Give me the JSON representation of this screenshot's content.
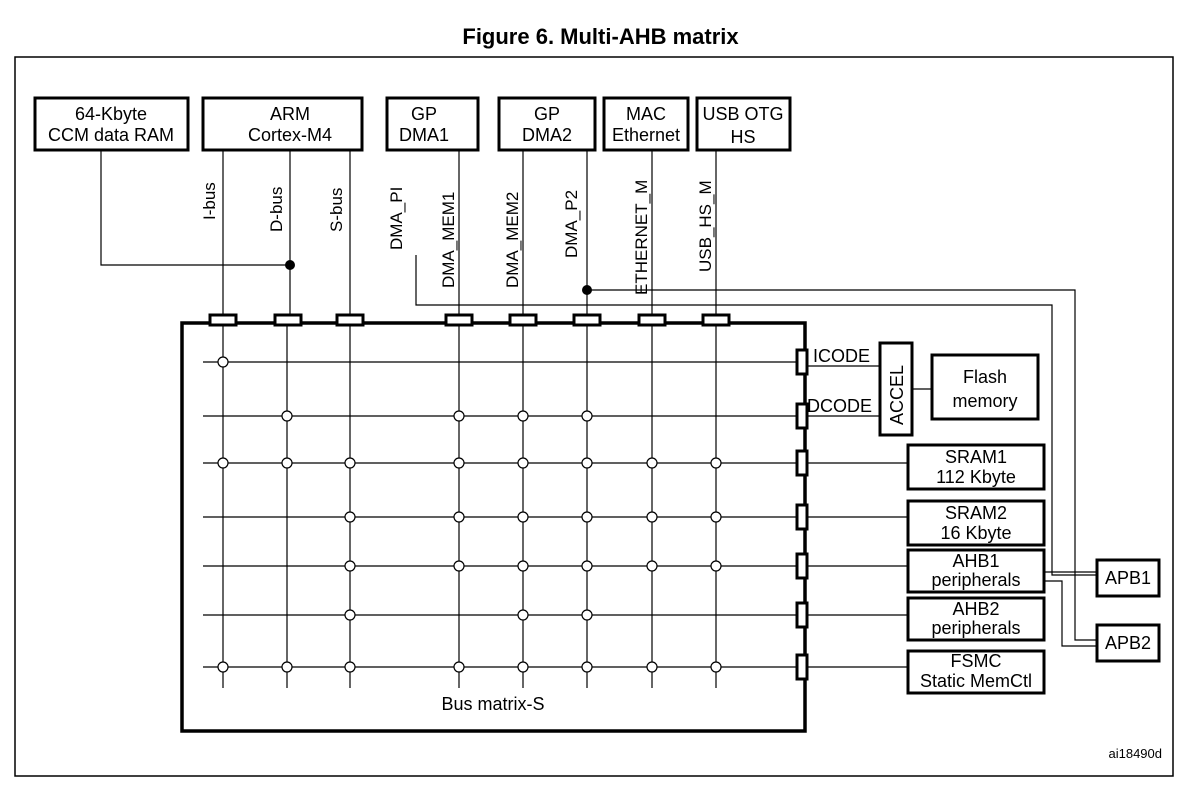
{
  "figure": {
    "title": "Figure 6. Multi-AHB matrix",
    "ref_code": "ai18490d"
  },
  "masters": [
    {
      "id": "ccm",
      "lines": [
        "64-Kbyte",
        "CCM data RAM"
      ]
    },
    {
      "id": "cortex",
      "lines": [
        "ARM",
        "Cortex-M4"
      ]
    },
    {
      "id": "dma1",
      "lines": [
        "GP",
        "DMA1"
      ]
    },
    {
      "id": "dma2",
      "lines": [
        "GP",
        "DMA2"
      ]
    },
    {
      "id": "mac",
      "lines": [
        "MAC",
        "Ethernet"
      ]
    },
    {
      "id": "usb",
      "lines": [
        "USB OTG",
        "HS"
      ]
    }
  ],
  "bus_labels": {
    "ibus": "I-bus",
    "dbus": "D-bus",
    "sbus": "S-bus",
    "dma_pi": "DMA_PI",
    "dma_mem1": "DMA_MEM1",
    "dma_mem2": "DMA_MEM2",
    "dma_p2": "DMA_P2",
    "ethernet_m": "ETHERNET_M",
    "usb_hs_m": "USB_HS_M"
  },
  "matrix": {
    "label": "Bus matrix-S",
    "icode": "ICODE",
    "dcode": "DCODE"
  },
  "accel": "ACCEL",
  "slaves": [
    {
      "id": "flash",
      "lines": [
        "Flash",
        "memory"
      ]
    },
    {
      "id": "sram1",
      "lines": [
        "SRAM1",
        "112 Kbyte"
      ]
    },
    {
      "id": "sram2",
      "lines": [
        "SRAM2",
        "16 Kbyte"
      ]
    },
    {
      "id": "ahb1",
      "lines": [
        "AHB1",
        "peripherals"
      ]
    },
    {
      "id": "ahb2",
      "lines": [
        "AHB2",
        "peripherals"
      ]
    },
    {
      "id": "fsmc",
      "lines": [
        "FSMC",
        "Static MemCtl"
      ]
    }
  ],
  "apb": {
    "apb1": "APB1",
    "apb2": "APB2"
  }
}
